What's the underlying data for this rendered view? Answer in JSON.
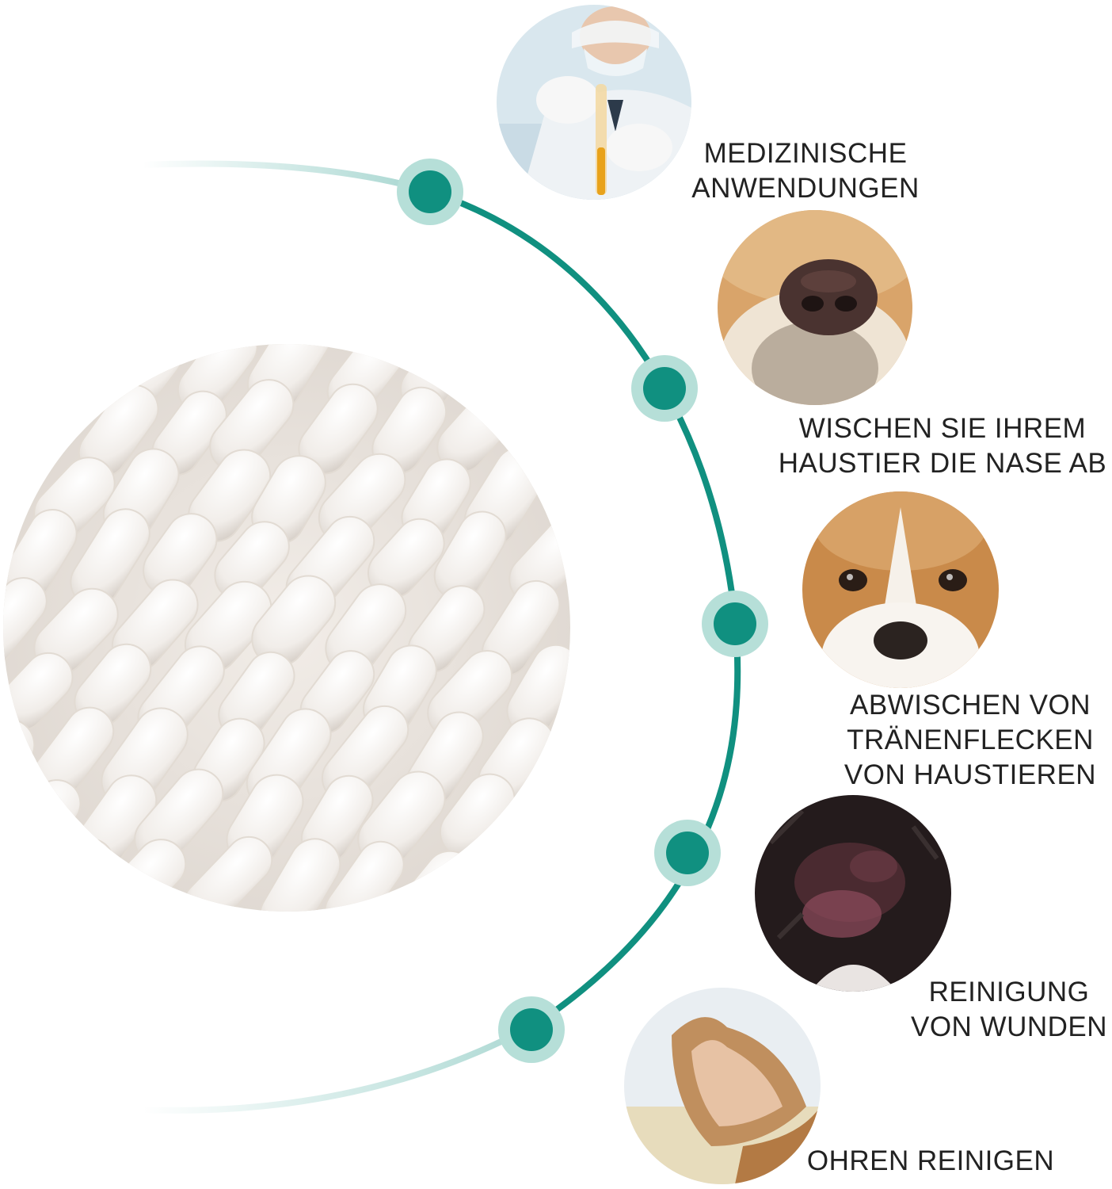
{
  "colors": {
    "accent": "#109080",
    "accent_light": "#b6dfd8",
    "text": "#222222"
  },
  "uses": [
    {
      "label": "MEDIZINISCHE\nANWENDUNGEN",
      "icon": "lab-technician-photo"
    },
    {
      "label": "WISCHEN SIE IHREM\nHAUSTIER DIE NASE AB",
      "icon": "dog-nose-photo"
    },
    {
      "label": "ABWISCHEN VON\nTRÄNENFLECKEN\nVON HAUSTIEREN",
      "icon": "puppy-face-photo"
    },
    {
      "label": "REINIGUNG\nVON WUNDEN",
      "icon": "pet-wound-photo"
    },
    {
      "label": "OHREN REINIGEN",
      "icon": "dog-ear-photo"
    }
  ],
  "product": {
    "icon": "cotton-swabs-photo"
  }
}
